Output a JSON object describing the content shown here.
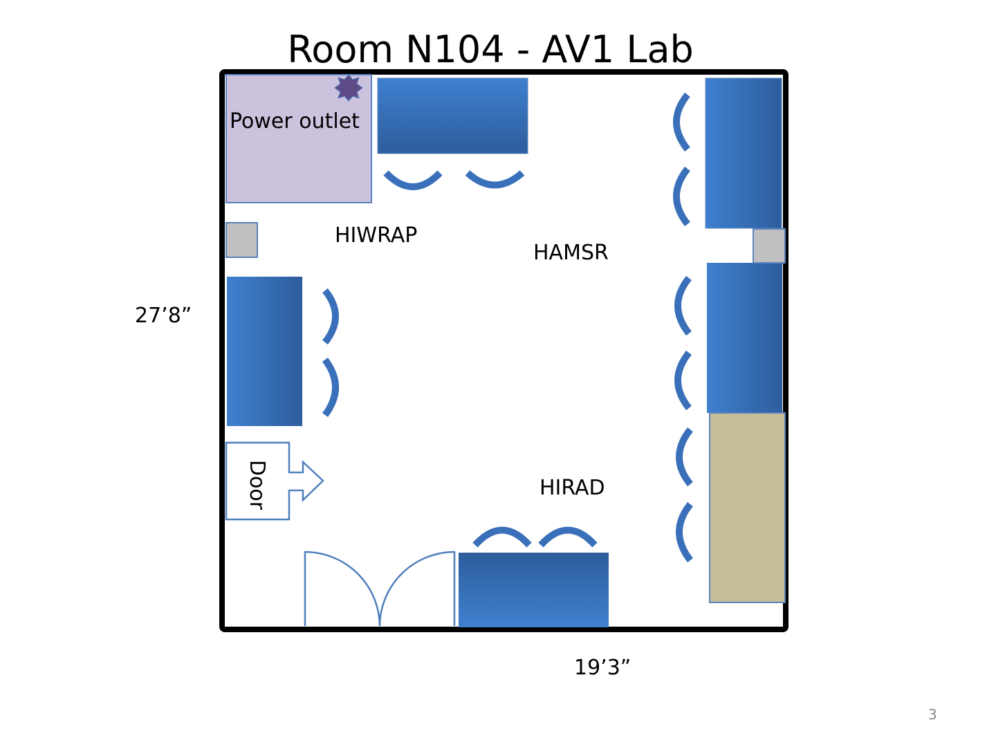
{
  "title": "Room N104 - AV1 Lab",
  "labels": {
    "power_outlet": "Power outlet",
    "hiwrap": "HIWRAP",
    "hamsr": "HAMSR",
    "hirad": "HIRAD",
    "door": "Door"
  },
  "dimensions": {
    "height": "27’8”",
    "width": "19’3”"
  },
  "page_number": "3",
  "colors": {
    "desk_light": "#3f80cf",
    "desk_dark": "#2d5d9c",
    "power_area": "#cbc2de",
    "outlet_star": "#5e4a87",
    "cabinet": "#c5be98",
    "gray_box": "#c0c0c0"
  }
}
